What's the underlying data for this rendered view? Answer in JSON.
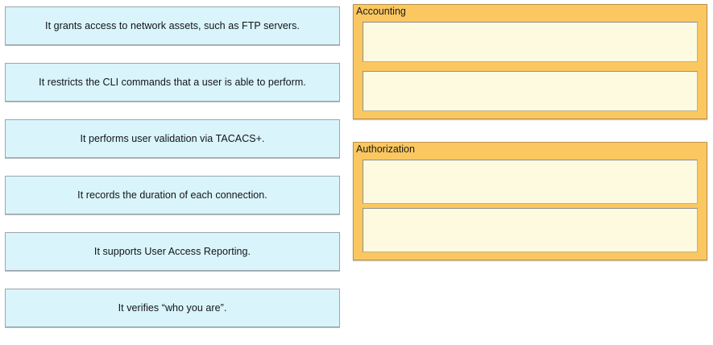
{
  "source_items": [
    {
      "id": "item-ftp-servers",
      "label": "It grants access to network assets, such as FTP servers."
    },
    {
      "id": "item-cli-commands",
      "label": "It restricts the CLI commands that a user is able to perform."
    },
    {
      "id": "item-tacacs",
      "label": "It performs user validation via TACACS+."
    },
    {
      "id": "item-duration",
      "label": "It records the duration of each connection."
    },
    {
      "id": "item-user-access",
      "label": "It supports User Access Reporting."
    },
    {
      "id": "item-who-you-are",
      "label": "It verifies “who you are”."
    }
  ],
  "drop_panels": [
    {
      "id": "panel-accounting",
      "title": "Accounting",
      "slots": [
        "",
        ""
      ]
    },
    {
      "id": "panel-authorization",
      "title": "Authorization",
      "slots": [
        "",
        ""
      ]
    }
  ],
  "colors": {
    "source_fill": "#d9f4fb",
    "source_border": "#9aa6ad",
    "panel_fill": "#fbc760",
    "panel_border": "#b9924a",
    "slot_fill": "#fdfae0",
    "slot_border": "#8f8f8f",
    "text": "#111418",
    "background": "#ffffff"
  }
}
